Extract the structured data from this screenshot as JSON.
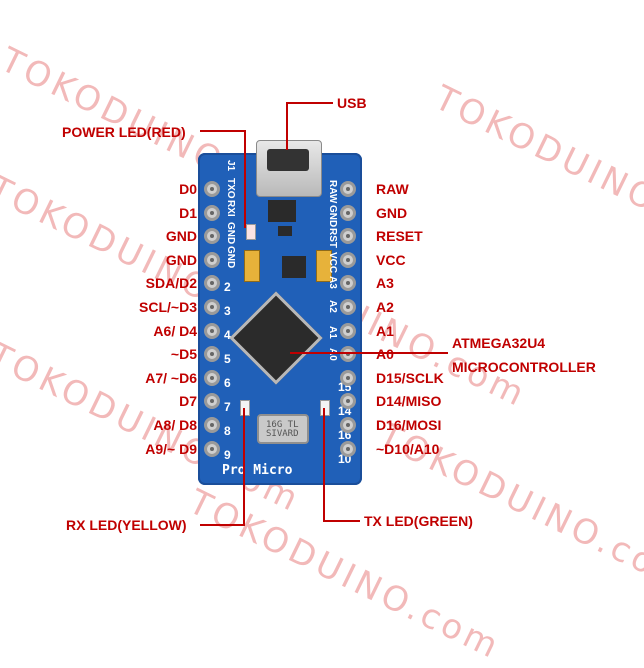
{
  "watermark": "TOKODUINO.com",
  "board": {
    "brand": "Pro Micro",
    "crystal_text": "16G TL\nSIVARD",
    "silk_left": [
      "J1",
      "TXO",
      "RXI",
      "GND",
      "GND"
    ],
    "silk_right": [
      "RAW",
      "GND",
      "RST",
      "VCC",
      "A3",
      "A2",
      "A1",
      "A0"
    ],
    "left_numbers": [
      "2",
      "3",
      "4",
      "5",
      "6",
      "7",
      "8",
      "9"
    ],
    "right_numbers": [
      "15",
      "14",
      "16",
      "10"
    ]
  },
  "callouts": {
    "usb": "USB",
    "power_led": "POWER LED(RED)",
    "mcu_line1": "ATMEGA32U4",
    "mcu_line2": "MICROCONTROLLER",
    "rx_led": "RX LED(YELLOW)",
    "tx_led": "TX LED(GREEN)"
  },
  "pins_left": [
    "D0",
    "D1",
    "GND",
    "GND",
    "SDA/D2",
    "SCL/~D3",
    "A6/ D4",
    "~D5",
    "A7/ ~D6",
    "D7",
    "A8/ D8",
    "A9/~ D9"
  ],
  "pins_right": [
    "RAW",
    "GND",
    "RESET",
    "VCC",
    "A3",
    "A2",
    "A1",
    "A0",
    "D15/SCLK",
    "D14/MISO",
    "D16/MOSI",
    "~D10/A10"
  ],
  "colors": {
    "label": "#c00000",
    "board": "#2060b8",
    "watermark": "#f2b9b9"
  }
}
